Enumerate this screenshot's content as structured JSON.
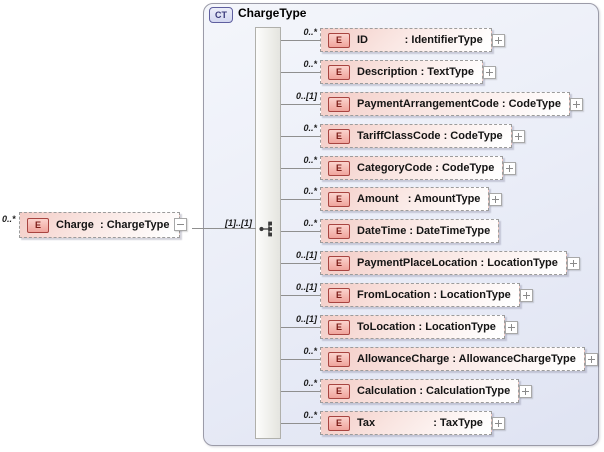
{
  "colors": {
    "container_fill": "#E4E8F4",
    "container_border": "#9B9BA8",
    "element_fill": "#F3CCC6",
    "element_dashed_border": "#9C9C9C",
    "element_badge_fill": "#F5AFA7",
    "element_badge_border": "#A84440",
    "element_badge_text": "#7C1D18",
    "type_badge_fill": "#DCDFF5",
    "type_badge_border": "#5F5F9F",
    "type_badge_text": "#3A3A7A",
    "connector_line": "#8F8F8F"
  },
  "complex_type": {
    "badge": "CT",
    "title": "ChargeType",
    "compositor": "sequence"
  },
  "root_element": {
    "cardinality": "0..*",
    "badge": "E",
    "label": "Charge  : ChargeType",
    "connector_cardinality": "[1]..[1]"
  },
  "elements": [
    {
      "cardinality": "0..*",
      "badge": "E",
      "label": "ID            : IdentifierType",
      "expandable": true
    },
    {
      "cardinality": "0..*",
      "badge": "E",
      "label": "Description : TextType",
      "expandable": true
    },
    {
      "cardinality": "0..[1]",
      "badge": "E",
      "label": "PaymentArrangementCode : CodeType",
      "expandable": true
    },
    {
      "cardinality": "0..*",
      "badge": "E",
      "label": "TariffClassCode : CodeType",
      "expandable": true
    },
    {
      "cardinality": "0..*",
      "badge": "E",
      "label": "CategoryCode : CodeType",
      "expandable": true
    },
    {
      "cardinality": "0..*",
      "badge": "E",
      "label": "Amount   : AmountType",
      "expandable": true
    },
    {
      "cardinality": "0..*",
      "badge": "E",
      "label": "DateTime : DateTimeType",
      "expandable": false
    },
    {
      "cardinality": "0..[1]",
      "badge": "E",
      "label": "PaymentPlaceLocation : LocationType",
      "expandable": true
    },
    {
      "cardinality": "0..[1]",
      "badge": "E",
      "label": "FromLocation : LocationType",
      "expandable": true
    },
    {
      "cardinality": "0..[1]",
      "badge": "E",
      "label": "ToLocation : LocationType",
      "expandable": true
    },
    {
      "cardinality": "0..*",
      "badge": "E",
      "label": "AllowanceCharge : AllowanceChargeType",
      "expandable": true
    },
    {
      "cardinality": "0..*",
      "badge": "E",
      "label": "Calculation : CalculationType",
      "expandable": true
    },
    {
      "cardinality": "0..*",
      "badge": "E",
      "label": "Tax                   : TaxType",
      "expandable": true
    }
  ]
}
